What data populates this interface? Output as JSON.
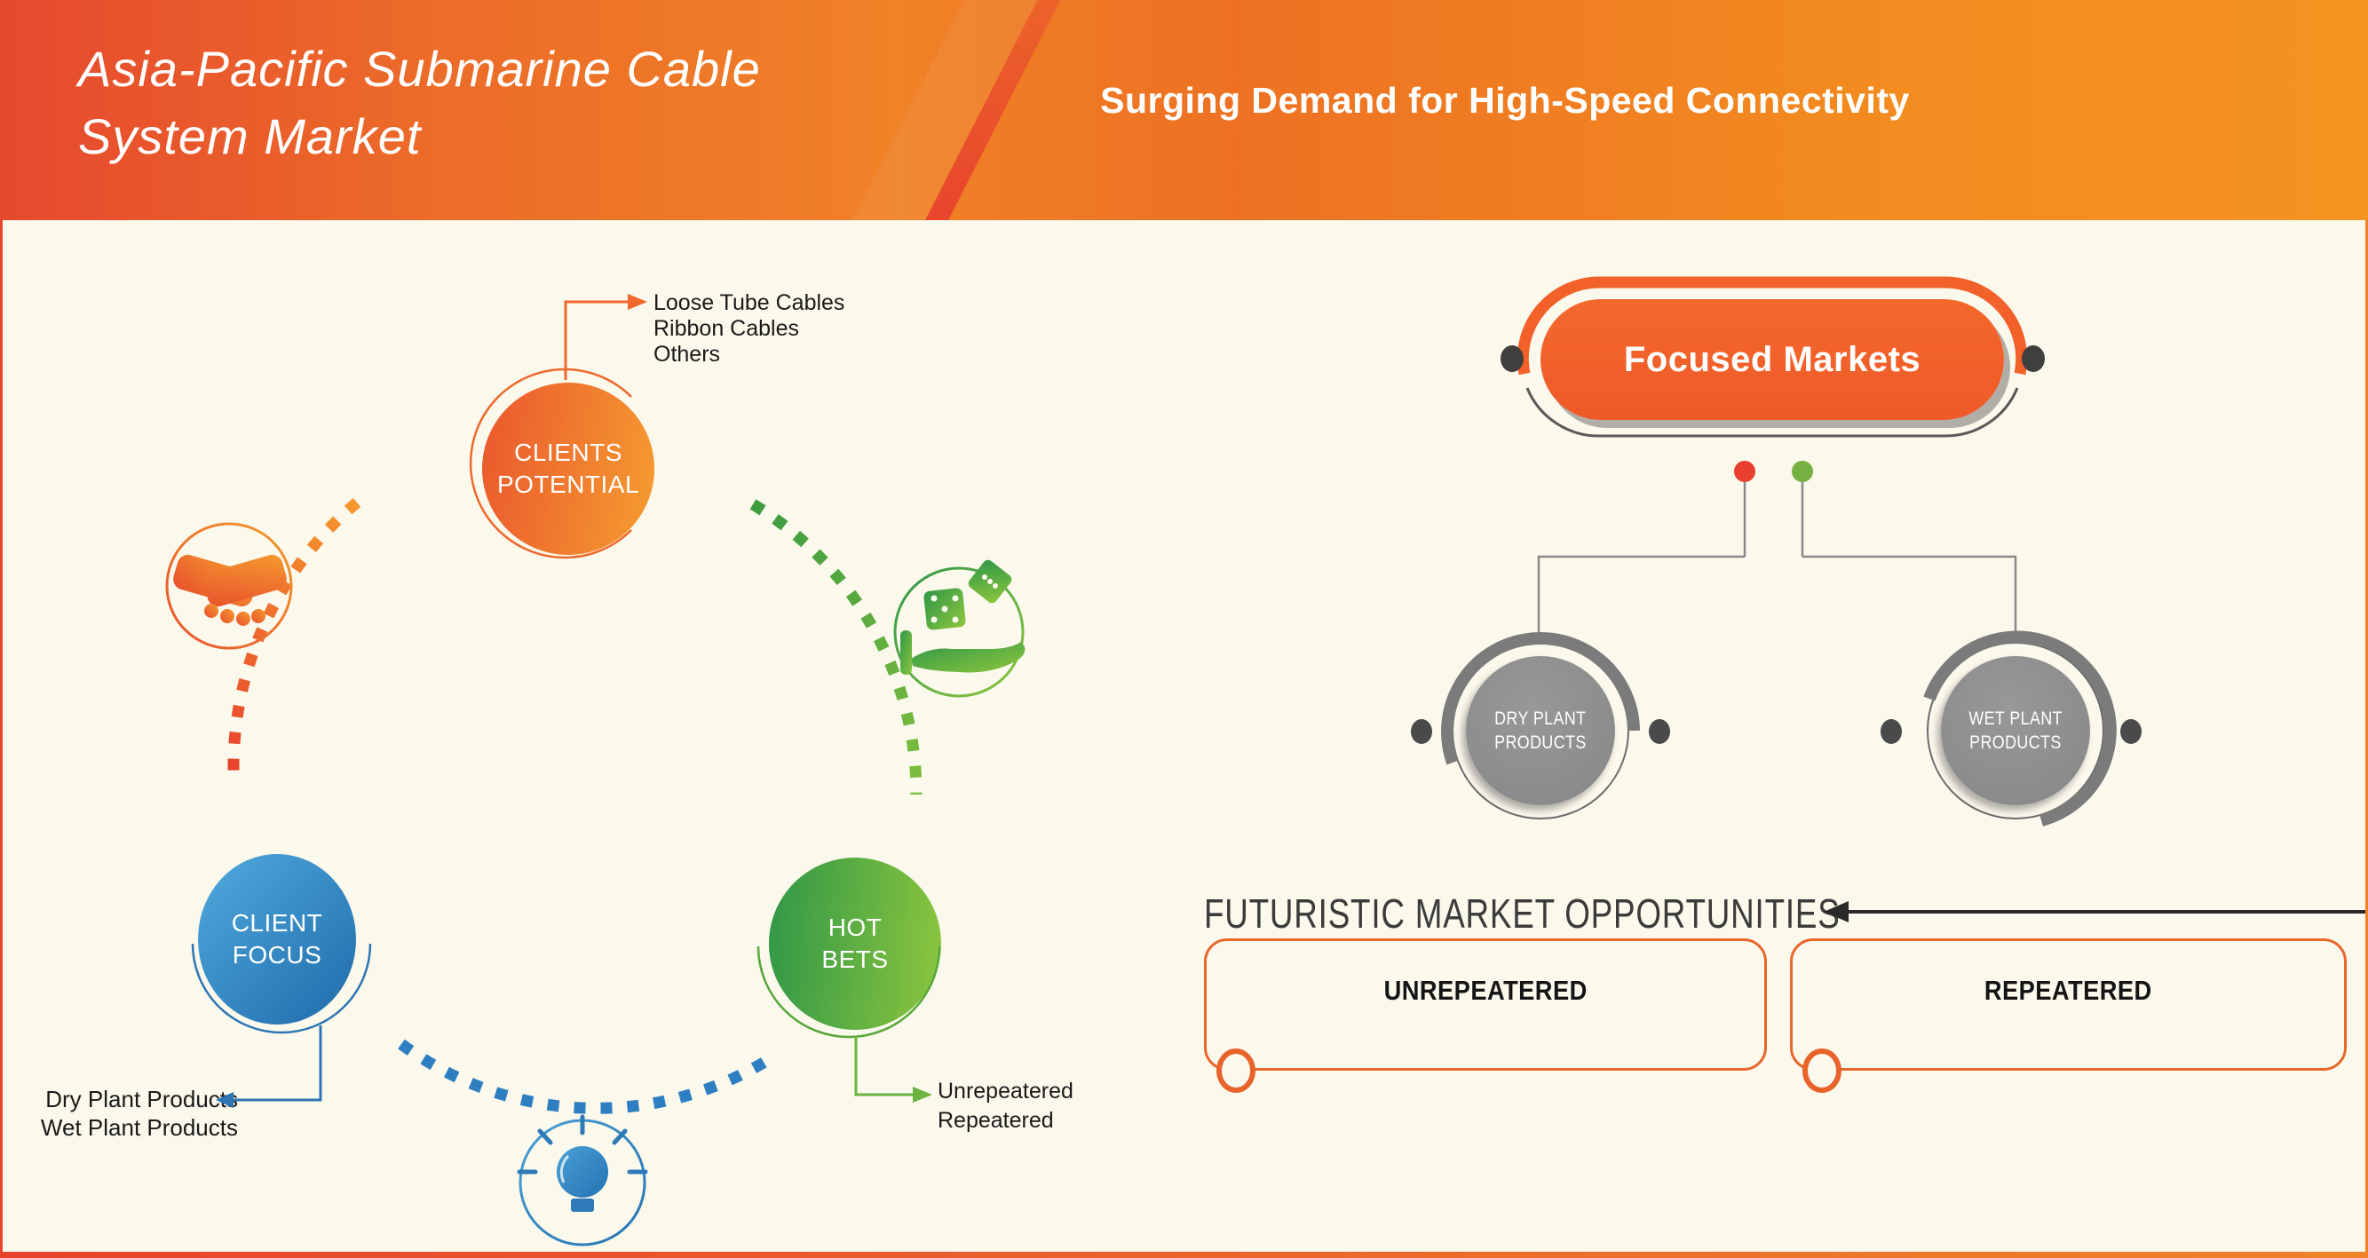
{
  "banner": {
    "title_line1": "Asia-Pacific Submarine Cable",
    "title_line2": "System Market",
    "subtitle": "Surging Demand for High-Speed Connectivity"
  },
  "cycle": {
    "nodes": [
      {
        "id": "clients-potential",
        "line1": "CLIENTS",
        "line2": "POTENTIAL",
        "items": [
          "Loose Tube Cables",
          "Ribbon Cables",
          "Others"
        ]
      },
      {
        "id": "client-focus",
        "line1": "CLIENT",
        "line2": "FOCUS",
        "items": [
          "Dry Plant Products",
          "Wet Plant Products"
        ]
      },
      {
        "id": "hot-bets",
        "line1": "HOT",
        "line2": "BETS",
        "items": [
          "Unrepeatered",
          "Repeatered"
        ]
      }
    ],
    "icons": [
      "handshake-icon",
      "dice-in-hand-icon",
      "lightbulb-icon"
    ]
  },
  "focused": {
    "title": "Focused Markets",
    "children": [
      {
        "line1": "DRY PLANT",
        "line2": "PRODUCTS"
      },
      {
        "line1": "WET PLANT",
        "line2": "PRODUCTS"
      }
    ]
  },
  "opportunities": {
    "heading": "FUTURISTIC MARKET OPPORTUNITIES",
    "boxes": [
      {
        "label": "UNREPEATERED"
      },
      {
        "label": "REPEATERED"
      }
    ]
  },
  "colors": {
    "banner_red": "#e6492e",
    "banner_orange": "#f59421",
    "accent_orange": "#f2612a",
    "accent_red": "#e8432d",
    "accent_green": "#6cb33f",
    "accent_blue": "#2e75b5",
    "gray": "#8b8b8b",
    "background_cream": "#fbf8ec"
  }
}
